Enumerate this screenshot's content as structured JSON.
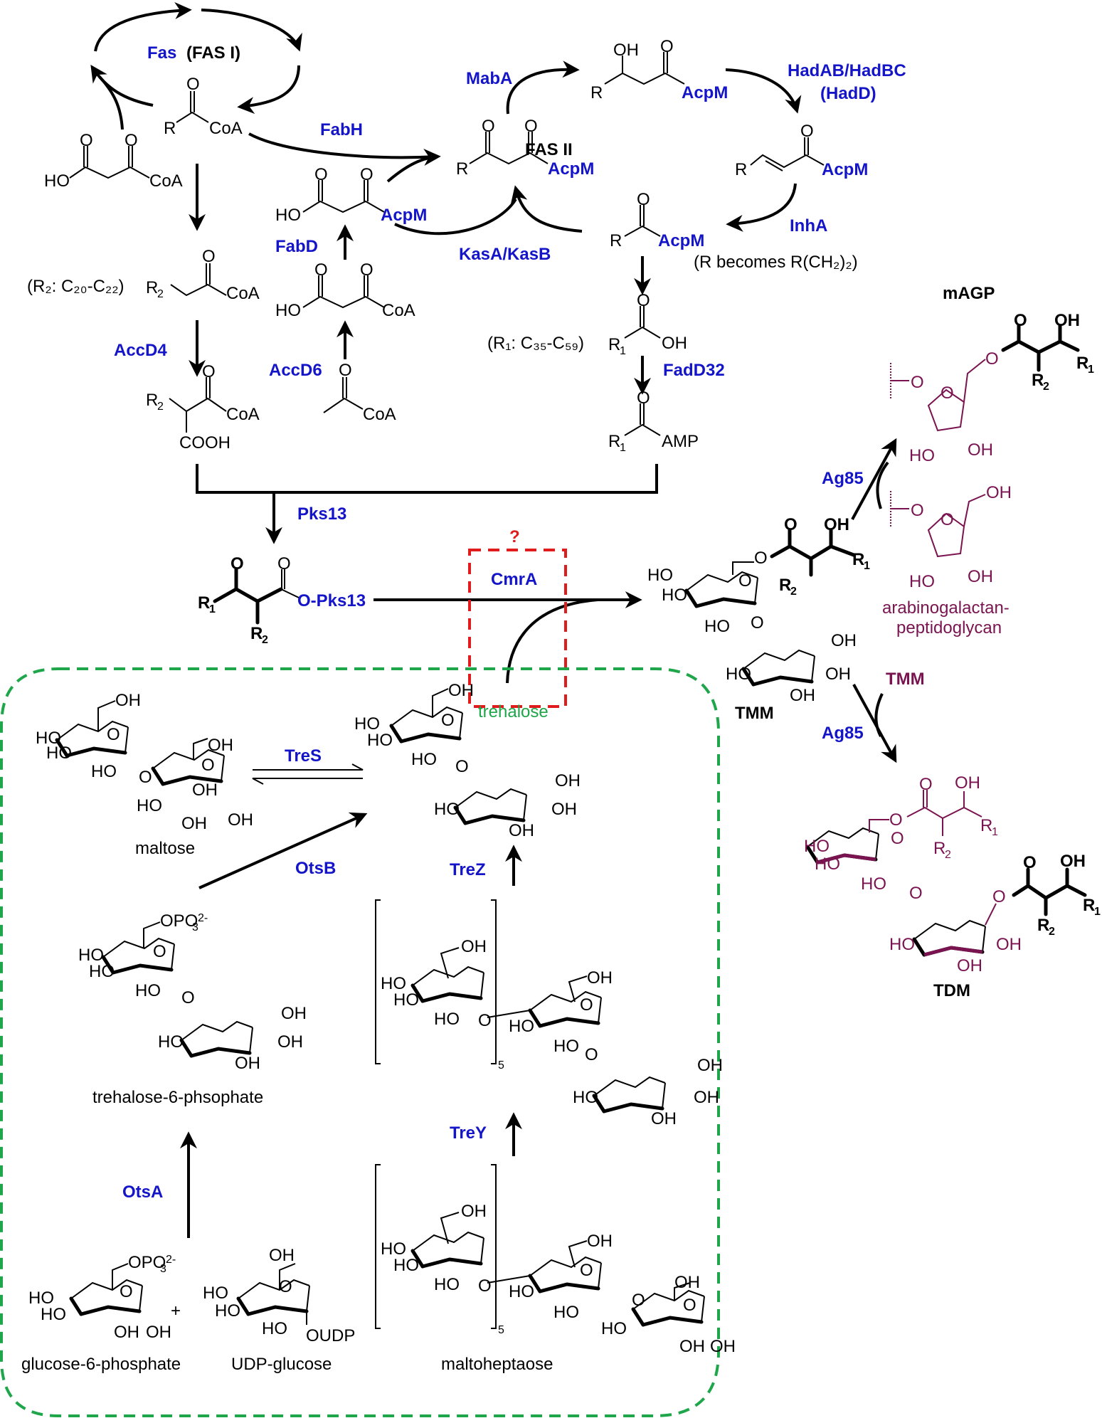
{
  "figure": {
    "fas1": {
      "enzyme": "Fas",
      "label": "(FAS I)"
    },
    "fas2": {
      "label": "FAS II"
    },
    "enzymes": {
      "fabh": "FabH",
      "maba": "MabA",
      "hadab": "HadAB/HadBC",
      "hadd": "(HadD)",
      "inha": "InhA",
      "kasab": "KasA/KasB",
      "fabd": "FabD",
      "accd6": "AccD6",
      "accd4": "AccD4",
      "fadd32": "FadD32",
      "pks13": "Pks13",
      "cmra": "CmrA",
      "ag85_top": "Ag85",
      "ag85_bottom": "Ag85",
      "tres": "TreS",
      "otsb": "OtsB",
      "trez": "TreZ",
      "trey": "TreY",
      "otsa": "OtsA"
    },
    "groups": {
      "coa": "CoA",
      "acpm": "AcpM",
      "ho": "HO",
      "oh": "OH",
      "o": "O",
      "r": "R",
      "r1": "R",
      "r1_sub": "1",
      "r2": "R",
      "r2_sub": "2",
      "cooh": "COOH",
      "amp": "AMP",
      "pks13_ester": "O-Pks13",
      "oudp": "OUDP",
      "opo3": "OPO",
      "opo3_sub": "3",
      "opo3_sup": "2-",
      "plus": "+",
      "repeat_n": "5"
    },
    "notes": {
      "r2_range": "(R₂: C₂₀-C₂₂)",
      "r1_range": "(R₁: C₃₅-C₅₉)",
      "r_becomes": "(R becomes R(CH₂)₂)",
      "question": "?"
    },
    "compounds": {
      "magp": "mAGP",
      "tmm": "TMM",
      "tmm_reagent": "TMM",
      "tdm": "TDM",
      "arabinogalactan_1": "arabinogalactan-",
      "arabinogalactan_2": "peptidoglycan",
      "trehalose": "trehalose",
      "maltose": "maltose",
      "t6p": "trehalose-6-phsophate",
      "g6p": "glucose-6-phosphate",
      "udpg": "UDP-glucose",
      "maltoheptaose": "maltoheptaose"
    },
    "colors": {
      "enzyme": "#1414c8",
      "purple": "#7a1450",
      "trehalose_box": "#1fa64a",
      "cmra_box": "#e01b1b",
      "ink": "#000000"
    }
  }
}
